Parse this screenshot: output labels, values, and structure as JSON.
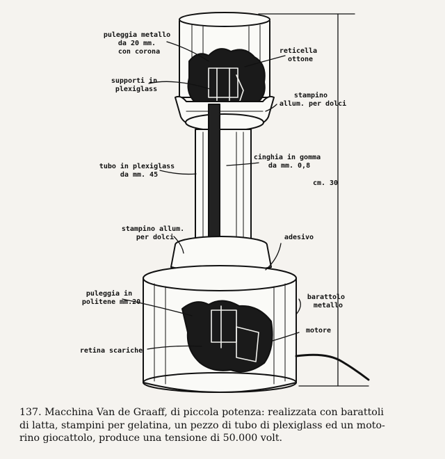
{
  "labels": {
    "puleggia_metallo_1": "puleggia metallo",
    "puleggia_metallo_2": "da 20 mm.",
    "puleggia_metallo_3": "con corona",
    "reticella_1": "reticella",
    "reticella_2": "ottone",
    "supporti_1": "supporti in",
    "supporti_2": "plexiglass",
    "stampino_top_1": "stampino",
    "stampino_top_2": "allum. per dolci",
    "tubo_1": "tubo in plexiglass",
    "tubo_2": "da mm. 45",
    "cinghia_1": "cinghia in gomma",
    "cinghia_2": "da mm. 0,8",
    "height": "cm. 30",
    "stampino_bot_1": "stampino allum.",
    "stampino_bot_2": "per dolci",
    "adesivo": "adesivo",
    "puleggia_polit_1": "puleggia in",
    "puleggia_polit_2": "politene mm.20",
    "barattolo_1": "barattolo",
    "barattolo_2": "metallo",
    "motore": "motore",
    "retina": "retina scariche"
  },
  "caption": {
    "line1": "137. Macchina Van de Graaff, di piccola potenza: realizzata con barattoli",
    "line2": "di latta, stampini per gelatina, un pezzo di tubo di plexiglass ed un moto-",
    "line3": "rino giocattolo, produce una tensione di 50.000 volt."
  }
}
